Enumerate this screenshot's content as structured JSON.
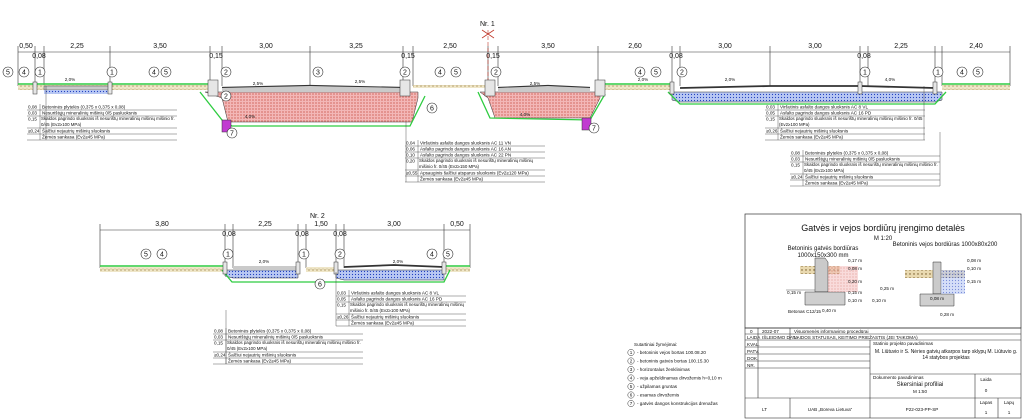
{
  "section1": {
    "label": "Nr. 1",
    "dims": [
      "0,50",
      "0,08",
      "2,25",
      "3,50",
      "0,15",
      "3,00",
      "3,25",
      "0,15",
      "2,50",
      "0,15",
      "3,50",
      "2,60",
      "0,08",
      "3,00",
      "3,00",
      "0,08",
      "2,25",
      "2,40"
    ],
    "slopes": [
      "2,0%",
      "2,5%",
      "2,5%",
      "2,5%",
      "2,0%",
      "2,0%",
      "4,0%",
      "4,0%",
      "4,0%"
    ],
    "markers": [
      "5",
      "4",
      "1",
      "1",
      "4",
      "5",
      "2",
      "2",
      "3",
      "2",
      "4",
      "5",
      "2",
      "4",
      "5",
      "2",
      "1",
      "1",
      "4",
      "5",
      "6",
      "7",
      "7"
    ],
    "layers_left": [
      [
        "0,08",
        "Betoninės plytelės (0,375 x 0,375 x 0,08)"
      ],
      [
        "0,03",
        "Nesurištųjų mineralinių mišinių 0/5 pasluoksnis"
      ],
      [
        "0,15",
        "Skaldos pagrindo sluoksnis iš nesurištų mineralinių mišinių mišinio fr. 0/45 (Ev2≥100 MPa)"
      ],
      [
        "≥0,24",
        "Šalčiui nejautrių mišinių sluoksnis"
      ],
      [
        "",
        "Žemės sankasa (Ev2≥45 MPa)"
      ]
    ],
    "layers_center": [
      [
        "0,04",
        "Viršutinis asfalto dangos sluoksnis AC 11 VN"
      ],
      [
        "0,06",
        "Asfalto pagrindo dangos sluoksnis AC 16 AN"
      ],
      [
        "0,10",
        "Asfalto pagrindo dangos sluoksnis AC 22 PN"
      ],
      [
        "0,20",
        "Skaldos pagrindo sluoksnis iš nesurištų mineralinių mišinių mišinio fr. 0/45 (Ev2≥150 MPa)"
      ],
      [
        "≥0,55",
        "Apsauginis šalčiui atsparus sluoksnis (Ev2≥120 MPa)"
      ],
      [
        "",
        "Žemės sankasa (Ev2≥45 MPa)"
      ]
    ],
    "layers_right": [
      [
        "0,03",
        "Viršutinis asfalto dangos sluoksnis AC 8 VL"
      ],
      [
        "0,05",
        "Asfalto pagrindo dangos sluoksnis AC 16 PD"
      ],
      [
        "0,15",
        "Skaldos pagrindo sluoksnis iš nesurištų mineralinių mišinių mišinio fr. 0/45 (Ev2≥100 MPa)"
      ],
      [
        "≥0,26",
        "Šalčiui nejautrių mišinių sluoksnis"
      ],
      [
        "",
        "Žemės sankasa (Ev2≥45 MPa)"
      ]
    ],
    "layers_right2": [
      [
        "0,08",
        "Betoninės plytelės (0,375 x 0,375 x 0,08)"
      ],
      [
        "0,03",
        "Nesurištųjų mineralinių mišinių 0/5 pasluoksnis"
      ],
      [
        "0,15",
        "Skaldos pagrindo sluoksnis iš nesurištų mineralinių mišinių mišinio fr. 0/45 (Ev2≥100 MPa)"
      ],
      [
        "≥0,24",
        "Šalčiui nejautrių mišinių sluoksnis"
      ],
      [
        "",
        "Žemės sankasa (Ev2≥45 MPa)"
      ]
    ]
  },
  "section2": {
    "label": "Nr. 2",
    "dims": [
      "3,80",
      "0,08",
      "2,25",
      "0,08",
      "1,50",
      "0,08",
      "3,00",
      "0,50"
    ],
    "slopes": [
      "2,0%",
      "2,0%"
    ],
    "markers": [
      "5",
      "4",
      "1",
      "1",
      "2",
      "4",
      "5",
      "6"
    ],
    "layers_right": [
      [
        "0,03",
        "Viršutinis asfalto dangos sluoksnis AC 8 VL"
      ],
      [
        "0,05",
        "Asfalto pagrindo dangos sluoksnis AC 16 PD"
      ],
      [
        "0,15",
        "Skaldos pagrindo sluoksnis iš nesurištų mineralinių mišinių mišinio fr. 0/45 (Ev2≥100 MPa)"
      ],
      [
        "≥0,26",
        "Šalčiui nejautrių mišinių sluoksnis"
      ],
      [
        "",
        "Žemės sankasa (Ev2≥45 MPa)"
      ]
    ],
    "layers_left": [
      [
        "0,08",
        "Betoninės plytelės (0,375 x 0,375 x 0,08)"
      ],
      [
        "0,03",
        "Nesurištųjų mineralinių mišinių 0/5 pasluoksnis"
      ],
      [
        "0,15",
        "Skaldos pagrindo sluoksnis iš nesurištų mineralinių mišinių mišinio fr. 0/45 (Ev2≥100 MPa)"
      ],
      [
        "≥0,24",
        "Šalčiui nejautrių mišinių sluoksnis"
      ],
      [
        "",
        "Žemės sankasa (Ev2≥45 MPa)"
      ]
    ]
  },
  "legend": {
    "title": "Sutartiniai žymėjimai:",
    "items": [
      [
        "1",
        "- betoninis vejos bortas 100.08.20"
      ],
      [
        "2",
        "- betoninis gatvės bortas 100.15.30"
      ],
      [
        "3",
        "- horizontalus ženklinimas"
      ],
      [
        "4",
        "- veja apželdinamas dirvožemis h=0,10 m"
      ],
      [
        "5",
        "- užpilamas gruntas"
      ],
      [
        "6",
        "- esamas dirvožemis"
      ],
      [
        "7",
        "- gatvės dangos konstrukcijos drenažas"
      ]
    ]
  },
  "detail": {
    "title": "Gatvės ir vejos bordiūrų įrengimo detalės",
    "scale": "M 1:20",
    "curb1_title": "Betoninis gatvės bordiūras",
    "curb1_dims": "1000x150x300 mm",
    "curb2_title": "Betoninis vejos bordiūras 1000x80x200",
    "concrete_label": "Betonas C12/15",
    "concrete_label2": "Betonas C12/15",
    "measures": [
      "0,17 m",
      "0,08 m",
      "0,20 m",
      "0,15 m",
      "0,15 m",
      "0,10 m",
      "0,40 m",
      "0,10 m",
      "0,25 m",
      "0,08 m",
      "0,10 m",
      "0,15 m",
      "0,08 m",
      "0,28 m"
    ]
  },
  "title_block": {
    "rev_no": "0",
    "rev_date": "2022-07",
    "rev_desc": "Visuomenės informavimo procedūrai",
    "permit": "LAIDOS STATUSAS, KEITIMO PRIEŽASTIS (JEI TAIKOMA)",
    "col1": "LAIDA",
    "col2": "IŠLEIDIMO DATA",
    "side_labels": [
      "KVAL.",
      "PATV.",
      "DOK.",
      "NR."
    ],
    "object_label": "Statinio projekto pavadinimas",
    "object": "M. Liūtuvio ir S. Nėries gatvių atkarpos tarp sklypų M. Liūtuvio g. 14 statybos projektas",
    "doc_label": "Dokumento pavadinimas",
    "doc_title": "Skersiniai profiliai",
    "doc_scale": "M 1:50",
    "laida_label": "Laida",
    "laida": "0",
    "company": "UAB „Boreva Lietuva“",
    "doc_code": "P22-023-PP-SP",
    "lapas_label": "Lapas",
    "lapu_label": "Lapų",
    "lapas": "1",
    "lapu": "1",
    "country": "LT"
  }
}
